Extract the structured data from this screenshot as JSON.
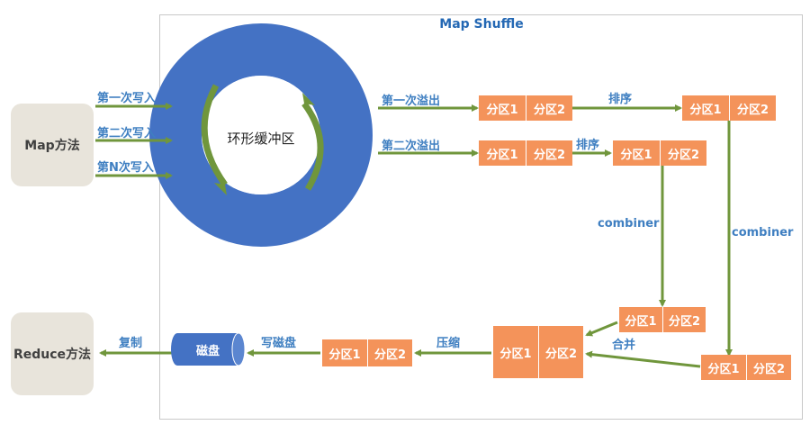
{
  "title": "Map Shuffle",
  "map_method": "Map方法",
  "reduce_method": "Reduce方法",
  "ring_buffer": "环形缓冲区",
  "writes": [
    "第一次写入",
    "第二次写入",
    "第N次写入"
  ],
  "spills": [
    "第一次溢出",
    "第二次溢出"
  ],
  "partition1": "分区1",
  "partition2": "分区2",
  "sort": "排序",
  "combiner": "combiner",
  "merge": "合并",
  "compress": "压缩",
  "write_disk": "写磁盘",
  "disk": "磁盘",
  "copy": "复制",
  "colors": {
    "arrow": "#70963c",
    "partition": "#f4935a",
    "ring": "#4472c4",
    "label": "#3f7fc1",
    "side_box": "#e8e4db"
  }
}
